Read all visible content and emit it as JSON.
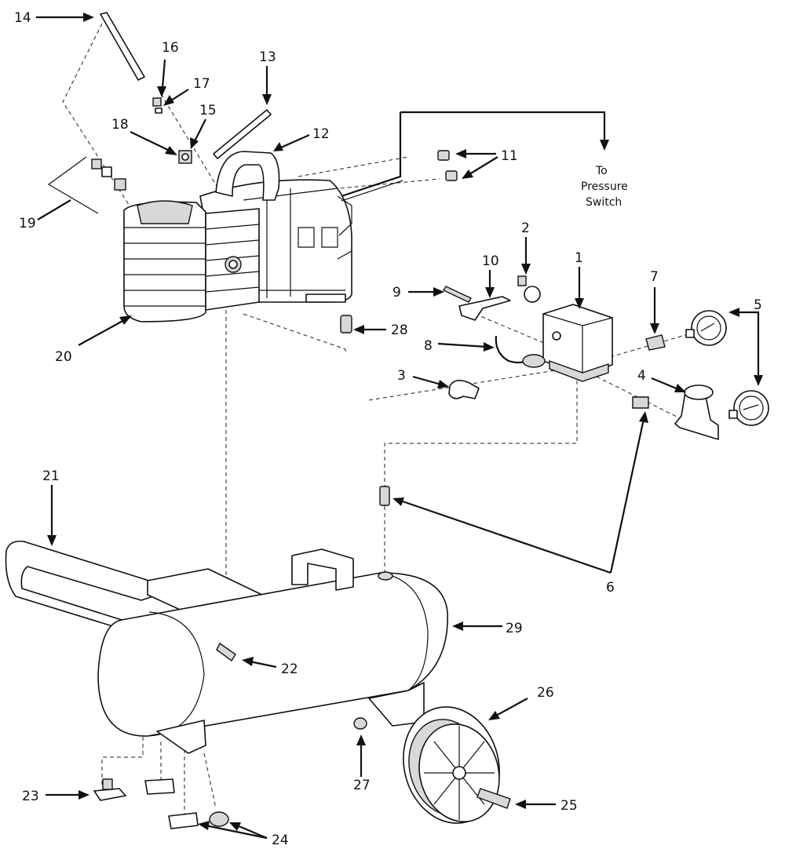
{
  "callouts": [
    {
      "id": "1",
      "text": "1"
    },
    {
      "id": "2",
      "text": "2"
    },
    {
      "id": "3",
      "text": "3"
    },
    {
      "id": "4",
      "text": "4"
    },
    {
      "id": "5",
      "text": "5"
    },
    {
      "id": "6",
      "text": "6"
    },
    {
      "id": "7",
      "text": "7"
    },
    {
      "id": "8",
      "text": "8"
    },
    {
      "id": "9",
      "text": "9"
    },
    {
      "id": "10",
      "text": "10"
    },
    {
      "id": "11",
      "text": "11"
    },
    {
      "id": "12",
      "text": "12"
    },
    {
      "id": "13",
      "text": "13"
    },
    {
      "id": "14",
      "text": "14"
    },
    {
      "id": "15",
      "text": "15"
    },
    {
      "id": "16",
      "text": "16"
    },
    {
      "id": "17",
      "text": "17"
    },
    {
      "id": "18",
      "text": "18"
    },
    {
      "id": "19",
      "text": "19"
    },
    {
      "id": "20",
      "text": "20"
    },
    {
      "id": "21",
      "text": "21"
    },
    {
      "id": "22",
      "text": "22"
    },
    {
      "id": "23",
      "text": "23"
    },
    {
      "id": "24",
      "text": "24"
    },
    {
      "id": "25",
      "text": "25"
    },
    {
      "id": "26",
      "text": "26"
    },
    {
      "id": "27",
      "text": "27"
    },
    {
      "id": "28",
      "text": "28"
    },
    {
      "id": "29",
      "text": "29"
    }
  ],
  "note": {
    "line1": "To",
    "line2": "Pressure",
    "line3": "Switch"
  }
}
